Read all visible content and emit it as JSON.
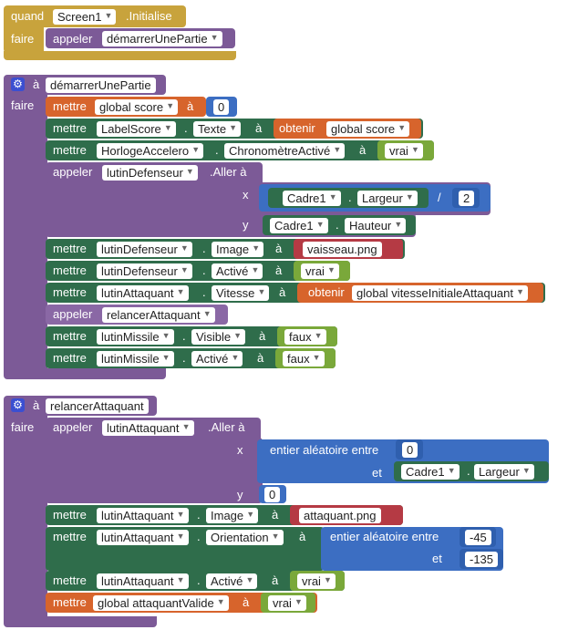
{
  "event": {
    "keyword": "quand",
    "component": "Screen1",
    "event_name": ".Initialise",
    "do": "faire",
    "call": "appeler",
    "proc": "démarrerUnePartie"
  },
  "proc1": {
    "to": "à",
    "name": "démarrerUnePartie",
    "do": "faire",
    "set": "mettre",
    "get": "obtenir",
    "call": "appeler",
    "to_kw": "à",
    "dot": ".",
    "r1": {
      "var": "global score",
      "num": "0"
    },
    "r2": {
      "comp": "LabelScore",
      "prop": "Texte",
      "get_var": "global score"
    },
    "r3": {
      "comp": "HorlogeAccelero",
      "prop": "ChronomètreActivé",
      "val": "vrai"
    },
    "r4": {
      "comp": "lutinDefenseur",
      "method": ".Aller à",
      "x": "x",
      "x_comp": "Cadre1",
      "x_prop": "Largeur",
      "div": "/",
      "x_num": "2",
      "y": "y",
      "y_comp": "Cadre1",
      "y_prop": "Hauteur"
    },
    "r5": {
      "comp": "lutinDefenseur",
      "prop": "Image",
      "val": "vaisseau.png"
    },
    "r6": {
      "comp": "lutinDefenseur",
      "prop": "Activé",
      "val": "vrai"
    },
    "r7": {
      "comp": "lutinAttaquant",
      "prop": "Vitesse",
      "get_var": "global vitesseInitialeAttaquant"
    },
    "r8": {
      "proc": "relancerAttaquant"
    },
    "r9": {
      "comp": "lutinMissile",
      "prop": "Visible",
      "val": "faux"
    },
    "r10": {
      "comp": "lutinMissile",
      "prop": "Activé",
      "val": "faux"
    }
  },
  "proc2": {
    "to": "à",
    "name": "relancerAttaquant",
    "do": "faire",
    "set": "mettre",
    "call": "appeler",
    "to_kw": "à",
    "dot": ".",
    "r1": {
      "comp": "lutinAttaquant",
      "method": ".Aller à",
      "x": "x",
      "rand": "entier aléatoire entre",
      "from": "0",
      "and": "et",
      "and_comp": "Cadre1",
      "and_prop": "Largeur",
      "y": "y",
      "y_num": "0"
    },
    "r2": {
      "comp": "lutinAttaquant",
      "prop": "Image",
      "val": "attaquant.png"
    },
    "r3": {
      "comp": "lutinAttaquant",
      "prop": "Orientation",
      "rand": "entier aléatoire entre",
      "from": "-45",
      "and": "et",
      "to": "-135"
    },
    "r4": {
      "comp": "lutinAttaquant",
      "prop": "Activé",
      "val": "vrai"
    },
    "r5": {
      "var": "global attaquantValide",
      "val": "vrai"
    }
  },
  "icons": {
    "gear": "gear-icon",
    "dropdown": "triangle-down-icon"
  },
  "colors": {
    "event": "#c8a33c",
    "procedure": "#7c5a97",
    "setter": "#2f6d4b",
    "variable": "#d7642c",
    "math": "#3c6ec2",
    "logic": "#7aa83a",
    "text": "#b53a44"
  }
}
